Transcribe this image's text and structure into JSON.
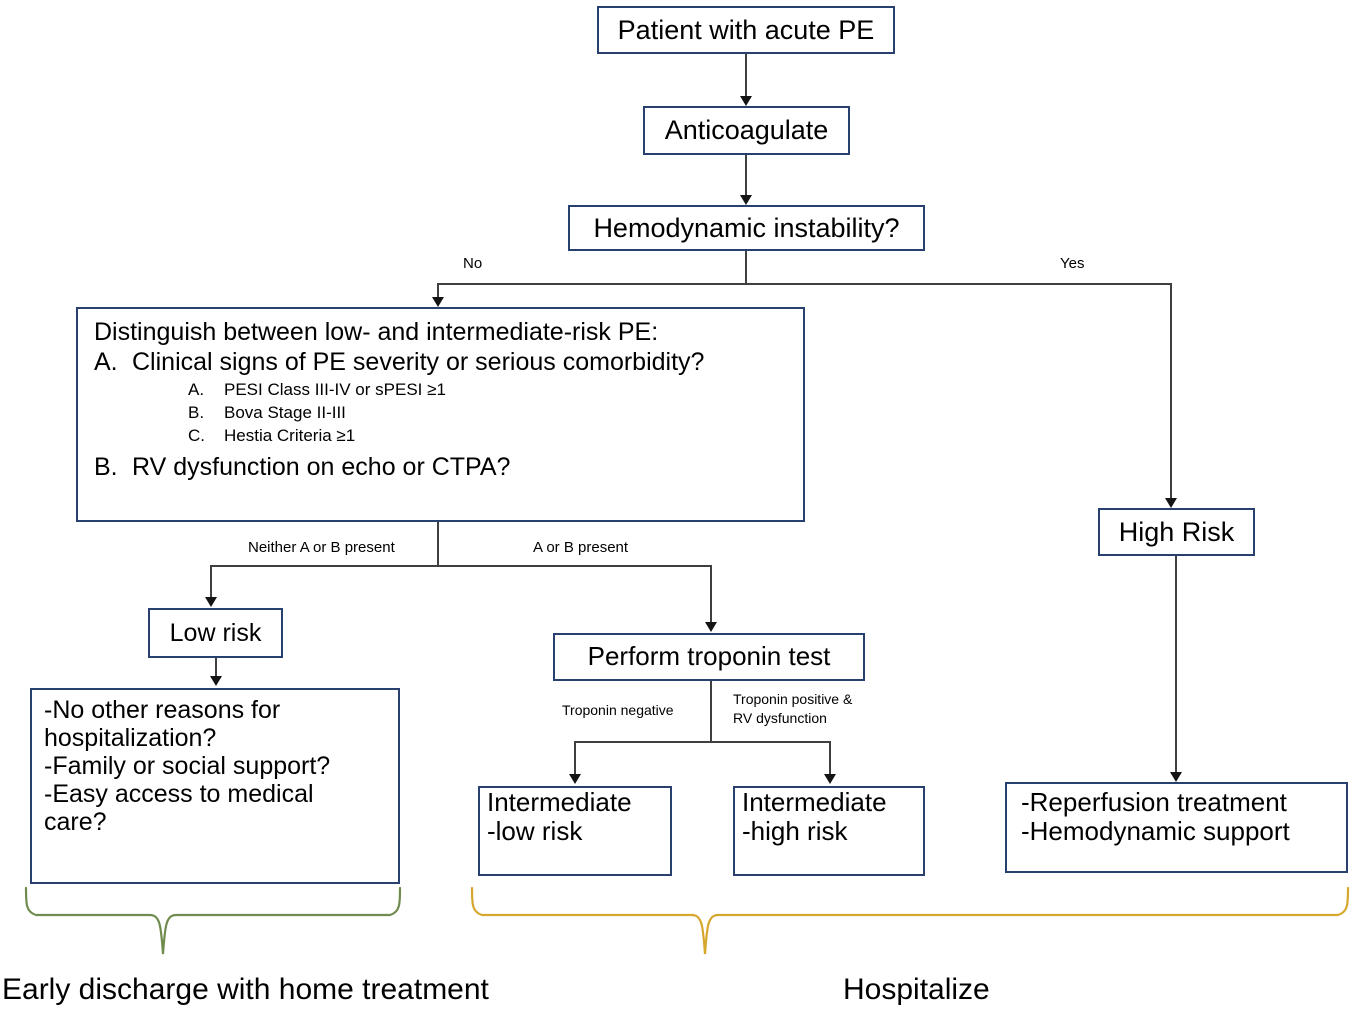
{
  "diagram": {
    "title": "Acute PE risk stratification and management flowchart",
    "colors": {
      "box_border": "#27406e",
      "connector": "#3f3f3f",
      "arrowhead": "#141414",
      "brace_green": "#6f8b4e",
      "brace_orange": "#d6a72c",
      "background": "#ffffff",
      "text": "#000000"
    }
  },
  "nodes": {
    "patient": {
      "label": "Patient with acute PE"
    },
    "anticoagulate": {
      "label": "Anticoagulate"
    },
    "hemodynamic": {
      "label": "Hemodynamic instability?"
    },
    "distinguish": {
      "heading": "Distinguish between low- and intermediate-risk PE:",
      "item_a": {
        "marker": "A.",
        "text": "Clinical signs of PE severity or serious comorbidity?"
      },
      "sub_items": [
        {
          "marker": "A.",
          "text": "PESI Class III-IV or sPESI ≥1"
        },
        {
          "marker": "B.",
          "text": "Bova Stage II-III"
        },
        {
          "marker": "C.",
          "text": "Hestia Criteria ≥1"
        }
      ],
      "item_b": {
        "marker": "B.",
        "text": "RV dysfunction on echo or CTPA?"
      }
    },
    "high_risk": {
      "label": "High Risk"
    },
    "low_risk": {
      "label": "Low risk"
    },
    "troponin_test": {
      "label": "Perform troponin test"
    },
    "home_criteria": {
      "lines": [
        "-No other reasons for",
        "hospitalization?",
        "-Family or social support?",
        "-Easy access to medical",
        "care?"
      ]
    },
    "intermediate_low": {
      "line1": "Intermediate",
      "line2": "-low risk"
    },
    "intermediate_high": {
      "line1": "Intermediate",
      "line2": "-high risk"
    },
    "reperfusion": {
      "line1": "-Reperfusion treatment",
      "line2": "-Hemodynamic support"
    }
  },
  "edge_labels": {
    "no": "No",
    "yes": "Yes",
    "neither_a_or_b": "Neither A or B present",
    "a_or_b": "A or B present",
    "troponin_negative": "Troponin negative",
    "troponin_positive_line1": "Troponin positive &",
    "troponin_positive_line2": "RV dysfunction"
  },
  "outcomes": {
    "early_discharge": "Early discharge with home treatment",
    "hospitalize": "Hospitalize"
  }
}
